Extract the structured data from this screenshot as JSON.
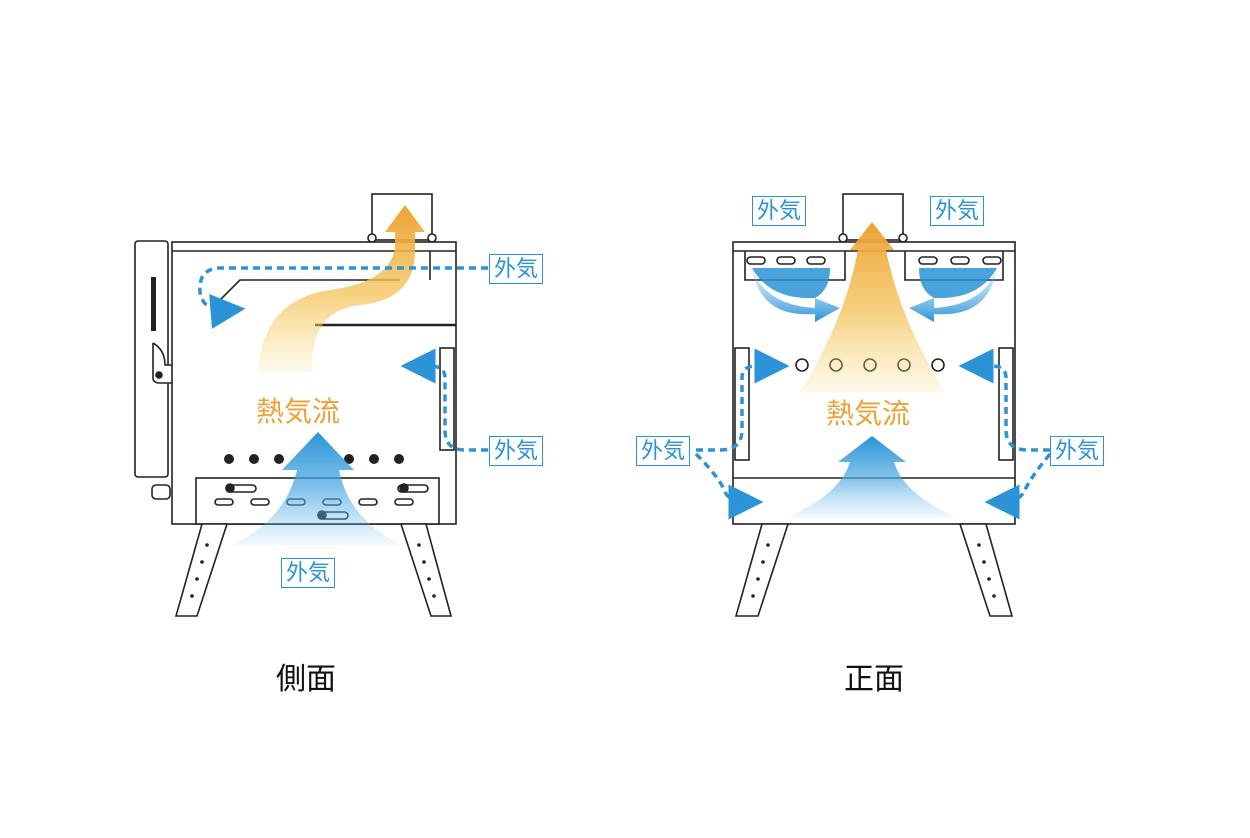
{
  "side_view": {
    "caption": "側面",
    "heat_flow": "熱気流",
    "outside_air_top": "外気",
    "outside_air_right": "外気",
    "outside_air_bottom": "外気"
  },
  "front_view": {
    "caption": "正面",
    "heat_flow": "熱気流",
    "outside_air_top_left": "外気",
    "outside_air_top_right": "外気",
    "outside_air_left": "外気",
    "outside_air_right": "外気"
  },
  "colors": {
    "outline": "#222222",
    "cool_air": "#2b93d6",
    "warm_air": "#eea234",
    "tag_border": "#2b93d6"
  }
}
